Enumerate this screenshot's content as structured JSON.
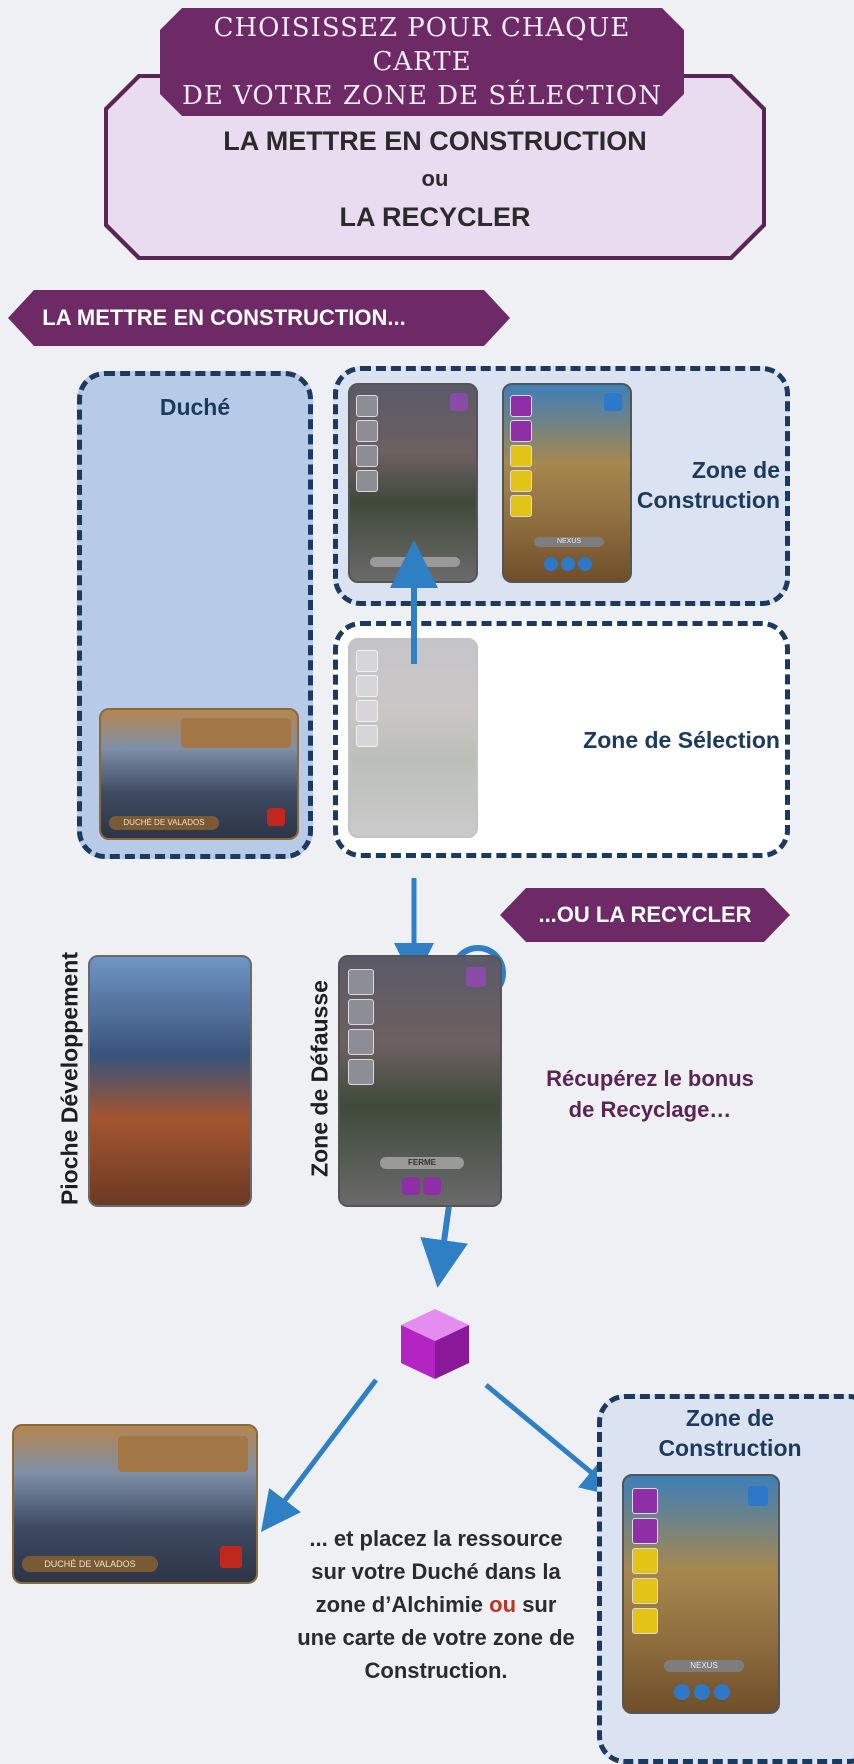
{
  "header": {
    "title_line1": "CHOISISSEZ POUR CHAQUE CARTE",
    "title_line2": "DE VOTRE ZONE DE SÉLECTION",
    "option1": "LA METTRE EN CONSTRUCTION",
    "or": "ou",
    "option2": "LA RECYCLER"
  },
  "section1": {
    "ribbon": "LA METTRE EN CONSTRUCTION..."
  },
  "zones": {
    "duche": "Duché",
    "construction_line1": "Zone de",
    "construction_line2": "Construction",
    "selection": "Zone de Sélection",
    "defausse": "Zone de Défausse",
    "pioche": "Pioche Développement"
  },
  "section2": {
    "ribbon": "...OU LA RECYCLER",
    "recycle_line1": "Récupérez le bonus",
    "recycle_line2": "de Recyclage…"
  },
  "cards": {
    "ferme": "FERME",
    "nexus": "NEXUS",
    "duche_name": "DUCHÉ DE VALADOS"
  },
  "bottom": {
    "construction_line1": "Zone de",
    "construction_line2": "Construction",
    "text_line1": "... et placez la ressource",
    "text_line2": "sur votre Duché dans la",
    "text_line3a": "zone d’Alchimie",
    "text_or": "ou",
    "text_line3b": "sur",
    "text_line4": "une carte de votre zone de",
    "text_line5": "Construction."
  },
  "colors": {
    "banner": "#6e2a66",
    "zone_border": "#1c3a5e",
    "arrow": "#2f7fc4",
    "resource": "#b324c2",
    "highlight_red": "#c0341d"
  }
}
